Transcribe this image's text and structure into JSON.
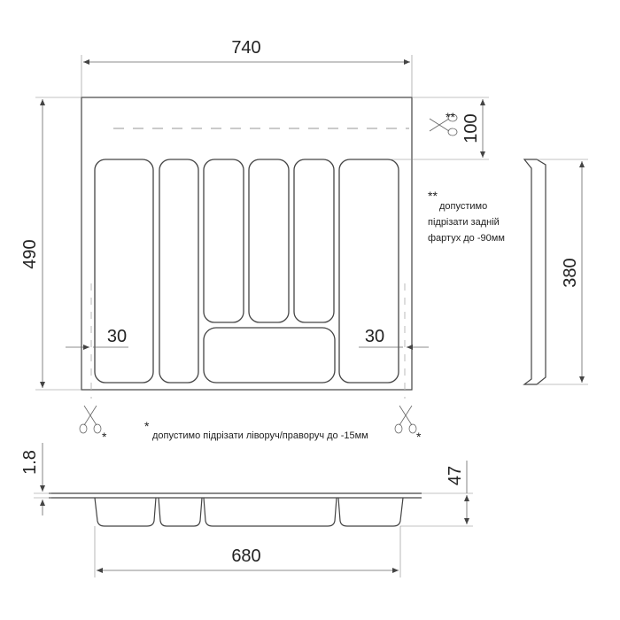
{
  "dimensions": {
    "top_width": "740",
    "left_height": "490",
    "right_cut": "100",
    "side_height": "380",
    "left_margin": "30",
    "right_margin": "30",
    "thickness": "1.8",
    "depth": "47",
    "bottom_width": "680"
  },
  "notes": {
    "double_star": "**",
    "back_trim_line1": "допустимо",
    "back_trim_line2": "підрізати задній",
    "back_trim_line3": "фартух до -90мм",
    "single_star": "*",
    "side_trim": "допустимо підрізати ліворуч/праворуч до -15мм",
    "scissor_left_mark": "*",
    "scissor_right_mark": "*",
    "scissor_top_mark": "**"
  },
  "icons": {
    "scissors_left": "scissors-icon",
    "scissors_right": "scissors-icon",
    "scissors_top": "scissors-icon"
  }
}
